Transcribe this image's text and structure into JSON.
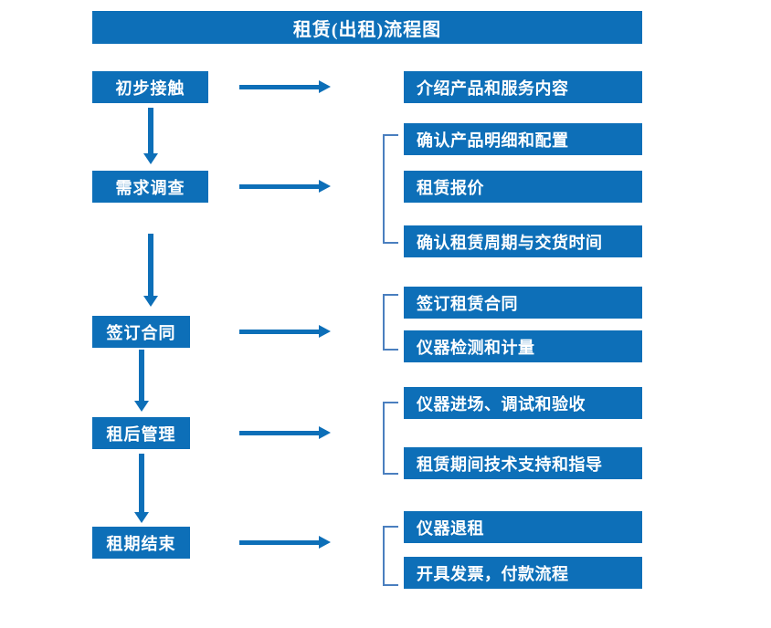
{
  "diagram": {
    "title": "租赁(出租)流程图",
    "accent_color": "#0d6fb8",
    "bracket_color": "#4a7fbf",
    "text_color": "#ffffff",
    "background_color": "#ffffff"
  },
  "stages": [
    {
      "label": "初步接触"
    },
    {
      "label": "需求调查"
    },
    {
      "label": "签订合同"
    },
    {
      "label": "租后管理"
    },
    {
      "label": "租期结束"
    }
  ],
  "details": [
    {
      "label": "介绍产品和服务内容"
    },
    {
      "label": "确认产品明细和配置"
    },
    {
      "label": "租赁报价"
    },
    {
      "label": "确认租赁周期与交货时间"
    },
    {
      "label": "签订租赁合同"
    },
    {
      "label": "仪器检测和计量"
    },
    {
      "label": "仪器进场、调试和验收"
    },
    {
      "label": "租赁期间技术支持和指导"
    },
    {
      "label": "仪器退租"
    },
    {
      "label": "开具发票，付款流程"
    }
  ],
  "groups": [
    {
      "name": "需求调查-group",
      "members": [
        "确认产品明细和配置",
        "租赁报价",
        "确认租赁周期与交货时间"
      ]
    },
    {
      "name": "签订合同-group",
      "members": [
        "签订租赁合同",
        "仪器检测和计量"
      ]
    },
    {
      "name": "租后管理-group",
      "members": [
        "仪器进场、调试和验收",
        "租赁期间技术支持和指导"
      ]
    },
    {
      "name": "租期结束-group",
      "members": [
        "仪器退租",
        "开具发票，付款流程"
      ]
    }
  ],
  "flow_arrows": {
    "horizontal_count": 5,
    "vertical_count": 4,
    "direction_horizontal": "left-to-right",
    "direction_vertical": "top-to-bottom"
  }
}
